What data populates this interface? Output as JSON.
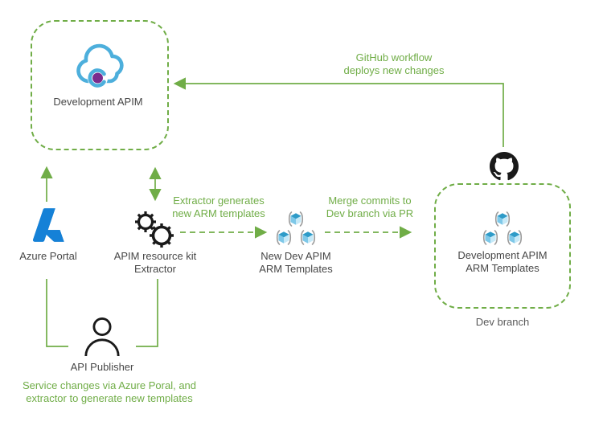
{
  "colors": {
    "green": "#70AD47",
    "label_text": "#474747",
    "caption_text": "#595959",
    "azure_blue": "#1581D7",
    "azure_blue_dark": "#0F6FBE",
    "cloud_blue": "#4DAFDC",
    "purple": "#7A2B8D",
    "cube_top": "#2E9BC8",
    "cube_left": "#7EC8E8",
    "cube_right": "#C6E9F7",
    "bracket_gray": "#9B9B9B",
    "icon_black": "#1A1A1A"
  },
  "icons": {
    "dev_apim": "apim-cloud-icon",
    "azure_portal": "azure-logo-icon",
    "extractor": "gears-icon",
    "arm_templates": "arm-template-cubes-icon",
    "github": "github-icon",
    "api_publisher": "person-icon"
  },
  "nodes": {
    "dev_apim": {
      "label": "Development APIM"
    },
    "azure_portal": {
      "label": "Azure Portal"
    },
    "extractor": {
      "label": "APIM resource kit\nExtractor"
    },
    "new_dev_templates": {
      "label": "New Dev APIM\nARM Templates"
    },
    "dev_branch_templates": {
      "label": "Development APIM\nARM Templates"
    },
    "dev_branch_caption": "Dev branch",
    "api_publisher": {
      "label": "API Publisher"
    }
  },
  "annotations": {
    "github_workflow": "GitHub workflow\ndeploys new changes",
    "extractor_generates": "Extractor generates\nnew ARM templates",
    "merge_commits": "Merge commits to\nDev branch via PR",
    "service_changes": "Service changes via Azure Poral, and\nextractor to generate new templates"
  }
}
